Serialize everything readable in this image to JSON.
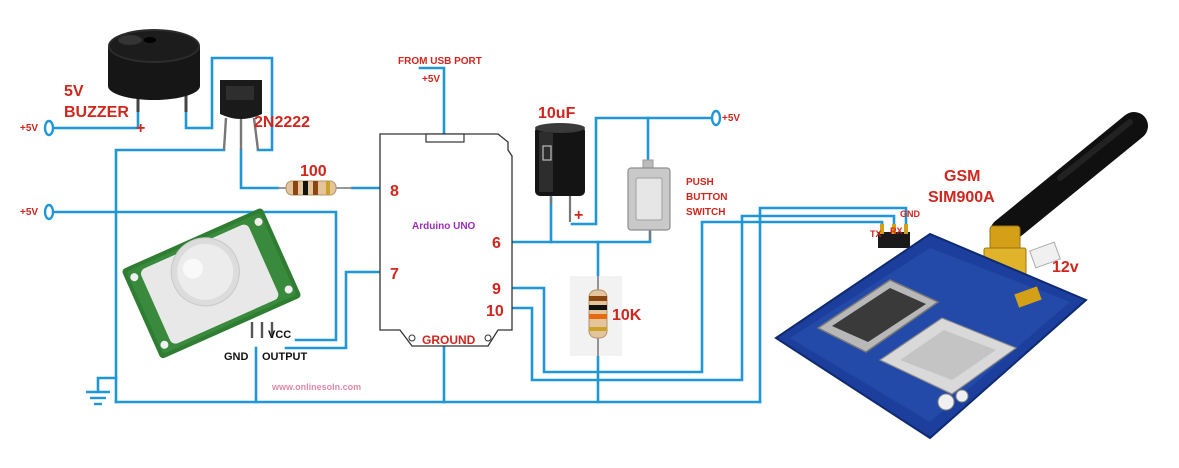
{
  "colors": {
    "wire": "#1f97d6",
    "label_red": "#d0261e",
    "label_black": "#111111",
    "label_purple": "#9b2fb5",
    "watermark": "#e08aa6"
  },
  "icons": {
    "buzzer": "buzzer-icon",
    "transistor": "transistor-icon",
    "resistor": "resistor-icon",
    "pir_sensor": "pir-sensor-icon",
    "capacitor": "capacitor-icon",
    "push_button": "push-button-icon",
    "gsm_module": "gsm-module-icon",
    "antenna": "antenna-icon",
    "ground": "ground-icon",
    "power_terminal": "power-terminal-icon"
  },
  "labels": {
    "from_usb_port": "FROM USB PORT",
    "usb_plus5v": "+5V",
    "buzzer_voltage": "5V",
    "buzzer_name": "BUZZER",
    "buzzer_plus": "+",
    "buzzer_supply": "+5V",
    "transistor": "2N2222",
    "resistor_100": "100",
    "pir_supply": "+5V",
    "pin_8": "8",
    "pin_7": "7",
    "pin_6": "6",
    "pin_9": "9",
    "pin_10": "10",
    "arduino": "Arduino UNO",
    "ground": "GROUND",
    "capacitor": "10uF",
    "capacitor_plus": "+",
    "switch_supply": "+5V",
    "push": "PUSH",
    "button": "BUTTON",
    "switch": "SWITCH",
    "resistor_10k": "10K",
    "gsm": "GSM",
    "sim900a": "SIM900A",
    "gsm_voltage": "12v",
    "gsm_gnd": "GND",
    "gsm_tx": "TX",
    "gsm_rx": "RX",
    "pir_vcc": "VCC",
    "pir_gnd": "GND",
    "pir_output": "OUTPUT",
    "watermark": "www.onlinesoln.com"
  }
}
